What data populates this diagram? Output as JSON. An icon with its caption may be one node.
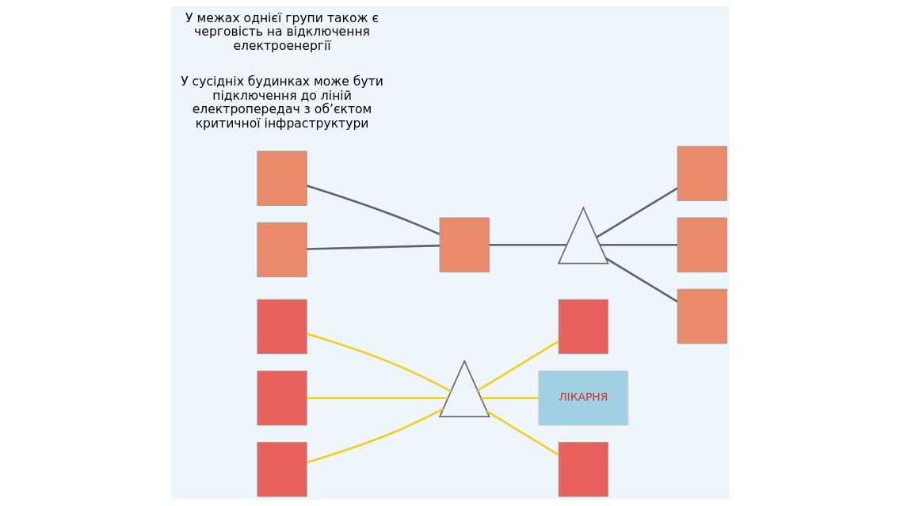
{
  "diagram": {
    "nodes": [
      {
        "text": [],
        "shape": "picture"
      },
      {
        "text": [],
        "shape": "picture"
      },
      {
        "text": [],
        "shape": "box"
      },
      {
        "text": [],
        "shape": "box"
      },
      {
        "text": [],
        "shape": "box"
      },
      {
        "text": [],
        "shape": "box"
      },
      {
        "text": [],
        "shape": "box"
      },
      {
        "text": [],
        "shape": "box"
      },
      {
        "text": [],
        "shape": "box"
      },
      {
        "text": [],
        "shape": "box"
      },
      {
        "text": [],
        "shape": "box"
      },
      {
        "text": [],
        "shape": "box"
      },
      {
        "text": [
          "ЛІКАРНЯ"
        ]
      },
      {
        "text": [],
        "shape": "box"
      }
    ],
    "edges": [
      {
        "from": 2,
        "to": 0,
        "arrow": "none",
        "color": "#f2cf1f"
      },
      {
        "from": 3,
        "to": 0,
        "arrow": "none",
        "color": "#f2cf1f"
      },
      {
        "from": 4,
        "to": 0,
        "arrow": "none",
        "color": "#f2cf1f"
      },
      {
        "from": 0,
        "to": 11,
        "arrow": "none",
        "color": "#f2cf1f"
      },
      {
        "from": 0,
        "to": 12,
        "arrow": "none",
        "color": "#f2cf1f"
      },
      {
        "from": 0,
        "to": 13,
        "arrow": "none",
        "color": "#f2cf1f"
      },
      {
        "from": 6,
        "to": 5,
        "arrow": "none",
        "color": "#5f6368"
      },
      {
        "from": 7,
        "to": 5,
        "arrow": "none",
        "color": "#5f6368"
      },
      {
        "from": 5,
        "to": 1,
        "arrow": "none",
        "color": "#5f6368"
      },
      {
        "from": 1,
        "to": 8,
        "arrow": "none",
        "color": "#5f6368"
      },
      {
        "from": 1,
        "to": 9,
        "arrow": "none",
        "color": "#5f6368"
      },
      {
        "from": 1,
        "to": 10,
        "arrow": "none",
        "color": "#5f6368"
      }
    ],
    "labels": [
      "У межах однієї групи також є черговість на відключення електроенергії",
      "У сусідніх будинках може бути підключення до ліній електропередач з об’єктом критичної інфраструктури"
    ]
  }
}
